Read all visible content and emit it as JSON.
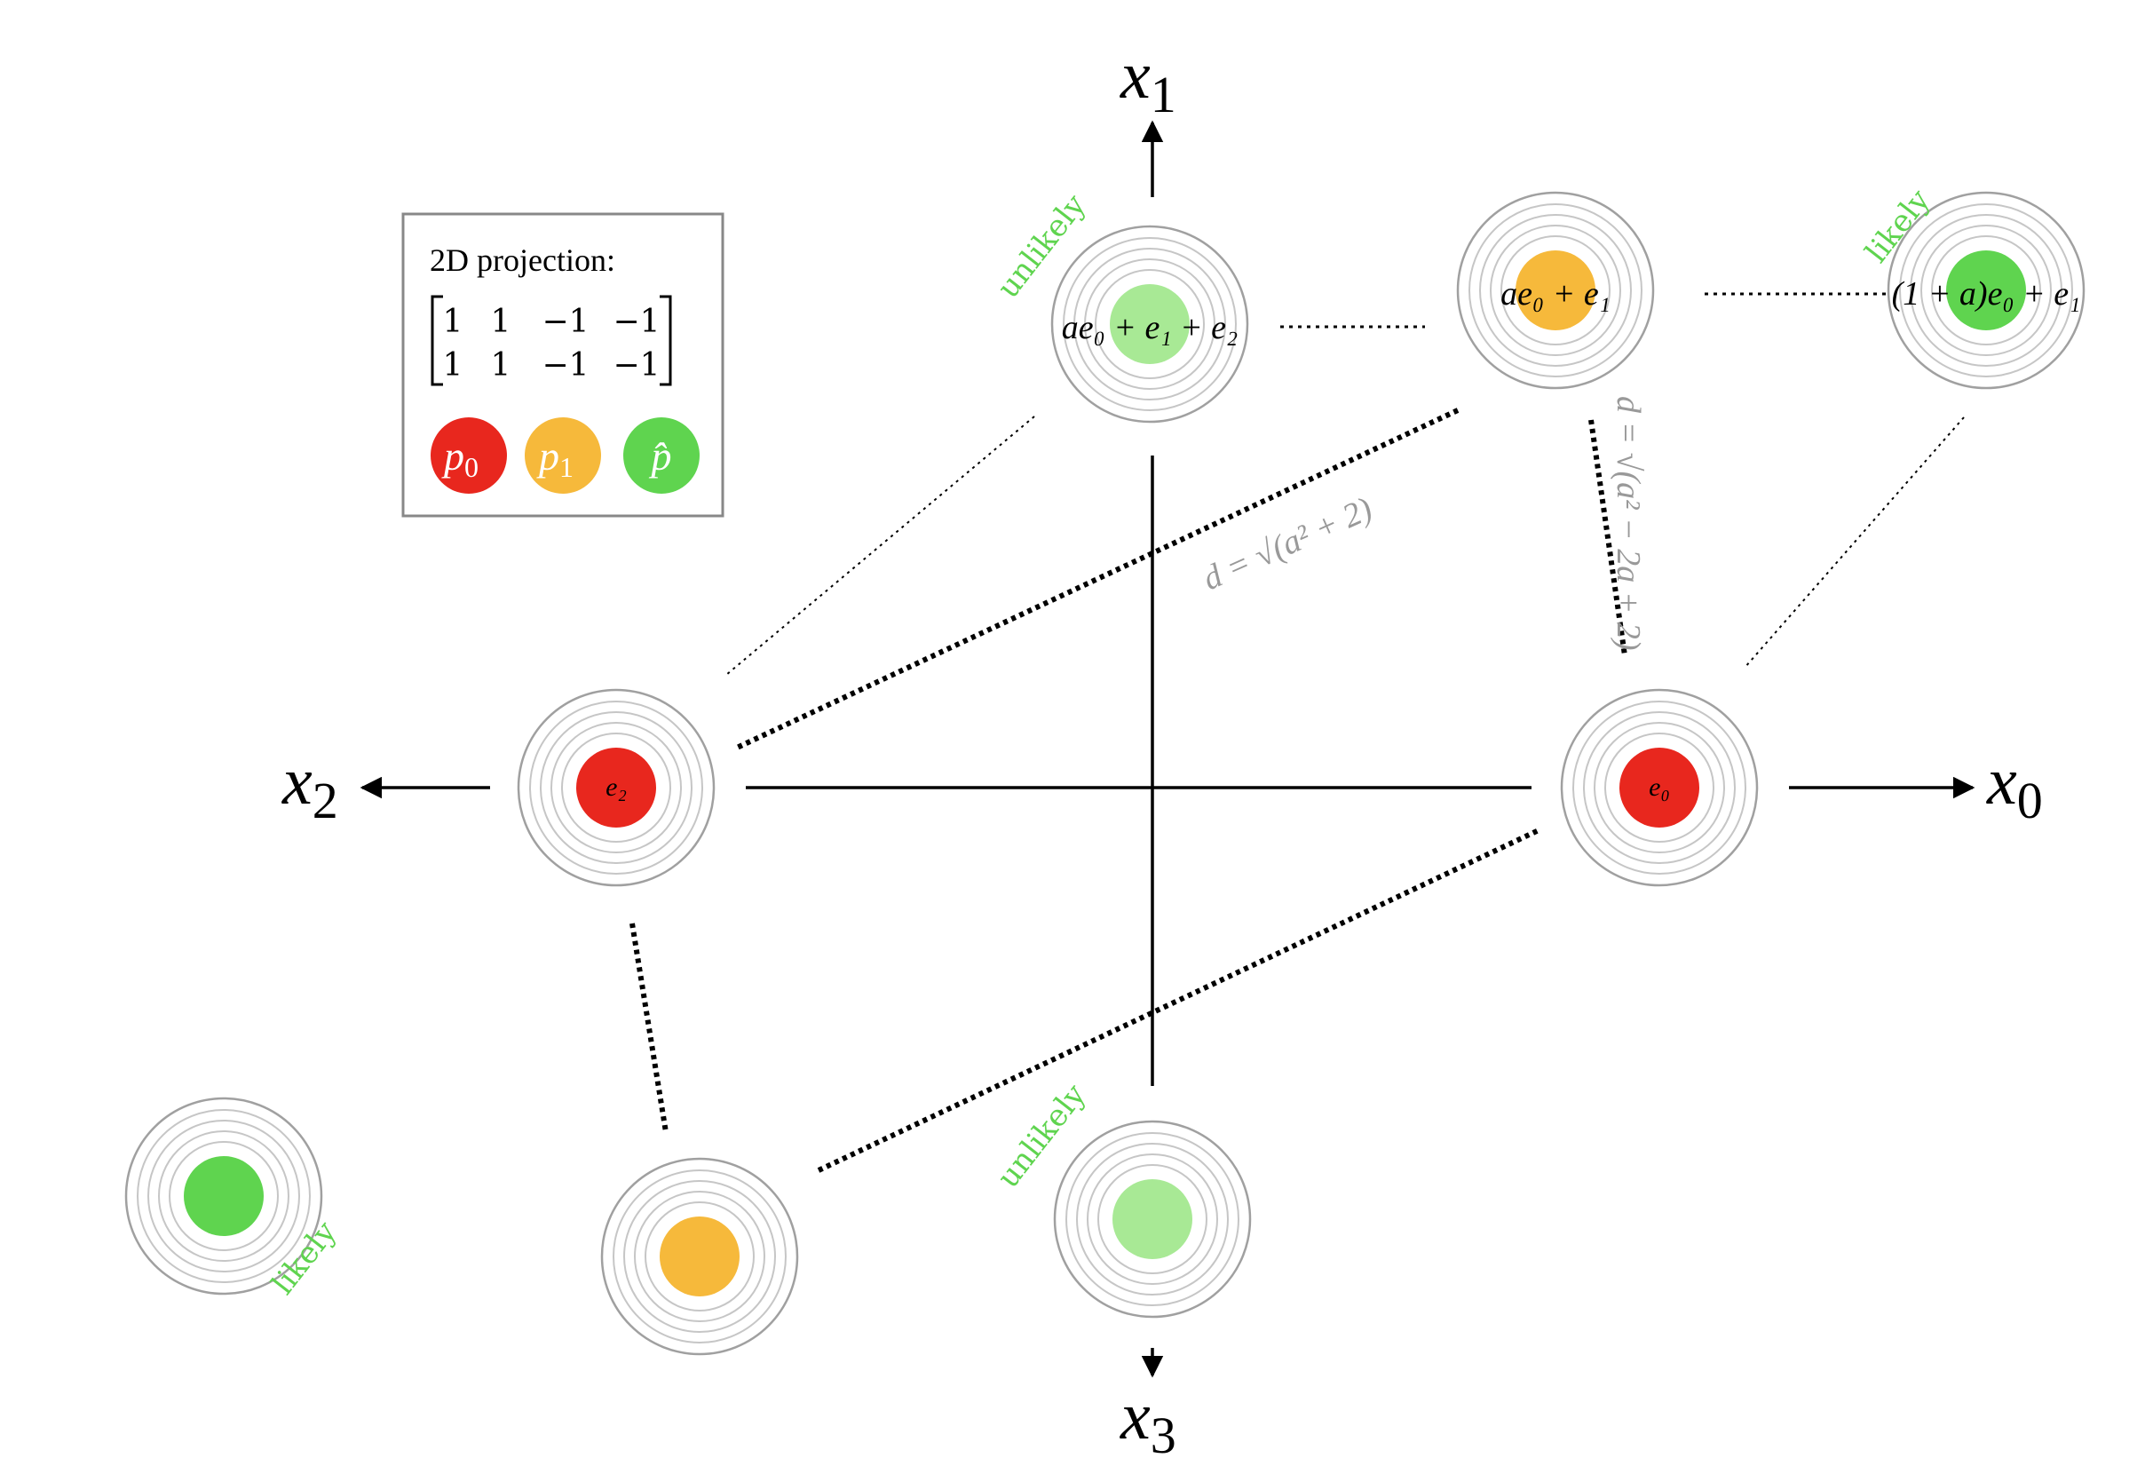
{
  "axes": {
    "x0": {
      "main": "x",
      "sub": "0"
    },
    "x1": {
      "main": "x",
      "sub": "1"
    },
    "x2": {
      "main": "x",
      "sub": "2"
    },
    "x3": {
      "main": "x",
      "sub": "3"
    }
  },
  "legend": {
    "title": "2D projection:",
    "matrix": [
      [
        "1",
        "1",
        "−1",
        "−1"
      ],
      [
        "1",
        "1",
        "−1",
        "−1"
      ]
    ],
    "items": [
      {
        "symbol": "p",
        "sub": "0",
        "color": "#e8271e"
      },
      {
        "symbol": "p",
        "sub": "1",
        "color": "#f6b93b"
      },
      {
        "symbol": "p̂",
        "sub": "",
        "color": "#5fd44f"
      }
    ]
  },
  "colors": {
    "red": "#e8271e",
    "orange": "#f6b93b",
    "green": "#5fd44f",
    "light_green": "#a8e995",
    "annotation_green": "#5fd44f",
    "distance_gray": "#999999",
    "ring_gray": "#a9a9a9"
  },
  "nodes": {
    "top_left": {
      "label": "ae₀ + e₁ + e₂",
      "color": "light_green",
      "tag": "unlikely"
    },
    "top_mid": {
      "label": "ae₀ + e₁",
      "color": "orange"
    },
    "top_right": {
      "label": "(1 + a)e₀ + e₁",
      "color": "green",
      "tag": "likely"
    },
    "mid_left": {
      "label": "e₂",
      "color": "red"
    },
    "mid_right": {
      "label": "e₀",
      "color": "red"
    },
    "bottom_far_left": {
      "label": "",
      "color": "green",
      "tag": "likely"
    },
    "bottom_left": {
      "label": "",
      "color": "orange"
    },
    "bottom_mid": {
      "label": "",
      "color": "light_green",
      "tag": "unlikely"
    }
  },
  "annotations": {
    "distance_a": "d = √(a² + 2)",
    "distance_b": "d = √(a² − 2a + 2)",
    "likely": "likely",
    "unlikely": "unlikely"
  }
}
